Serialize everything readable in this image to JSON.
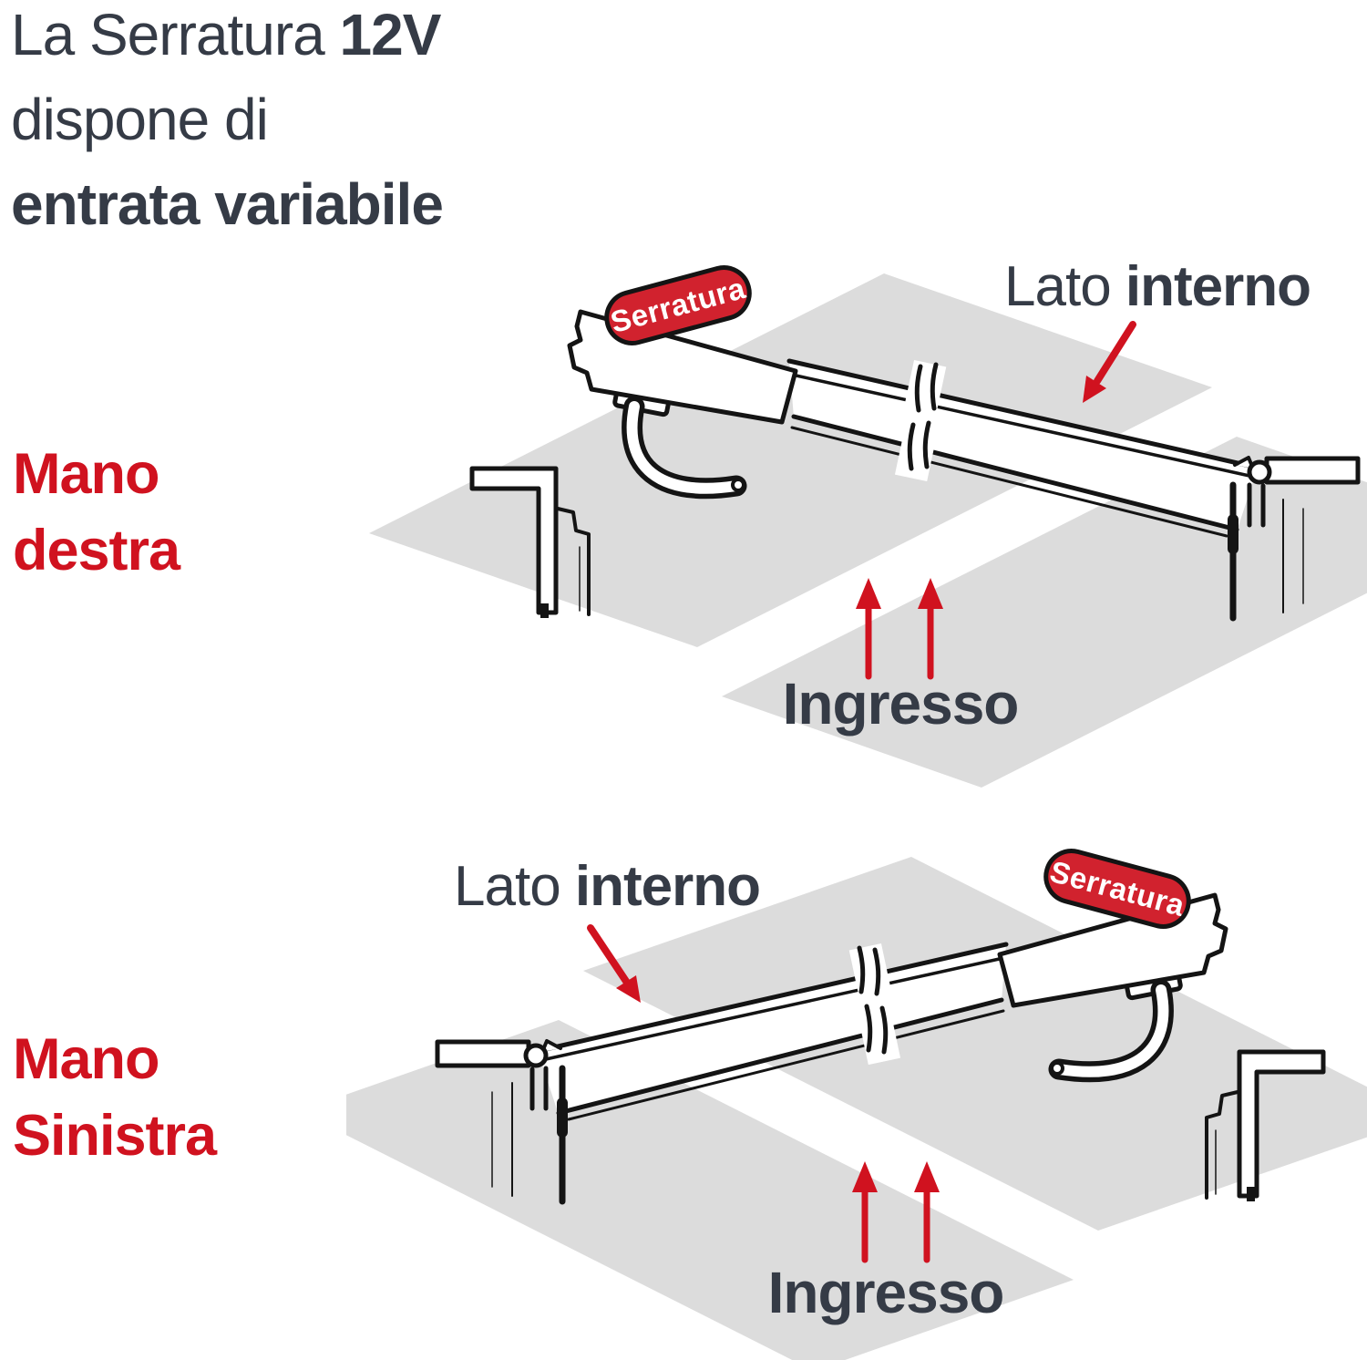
{
  "title": {
    "line1_regular": "La Serratura",
    "line1_bold": "12V",
    "line2": "dispone di",
    "line3_bold": "entrata variabile"
  },
  "top_diagram": {
    "hand_line1": "Mano",
    "hand_line2": "destra",
    "side_label_regular": "Lato",
    "side_label_bold": "interno",
    "entrance_label": "Ingresso",
    "badge_label": "Serratura"
  },
  "bottom_diagram": {
    "hand_line1": "Mano",
    "hand_line2": "Sinistra",
    "side_label_regular": "Lato",
    "side_label_bold": "interno",
    "entrance_label": "Ingresso",
    "badge_label": "Serratura"
  },
  "colors": {
    "text_dark": "#353b46",
    "red_accent": "#d0121f",
    "badge_red": "#d1222e",
    "slab_gray": "#dcdcdc",
    "line_ink": "#141414",
    "background": "#ffffff"
  }
}
